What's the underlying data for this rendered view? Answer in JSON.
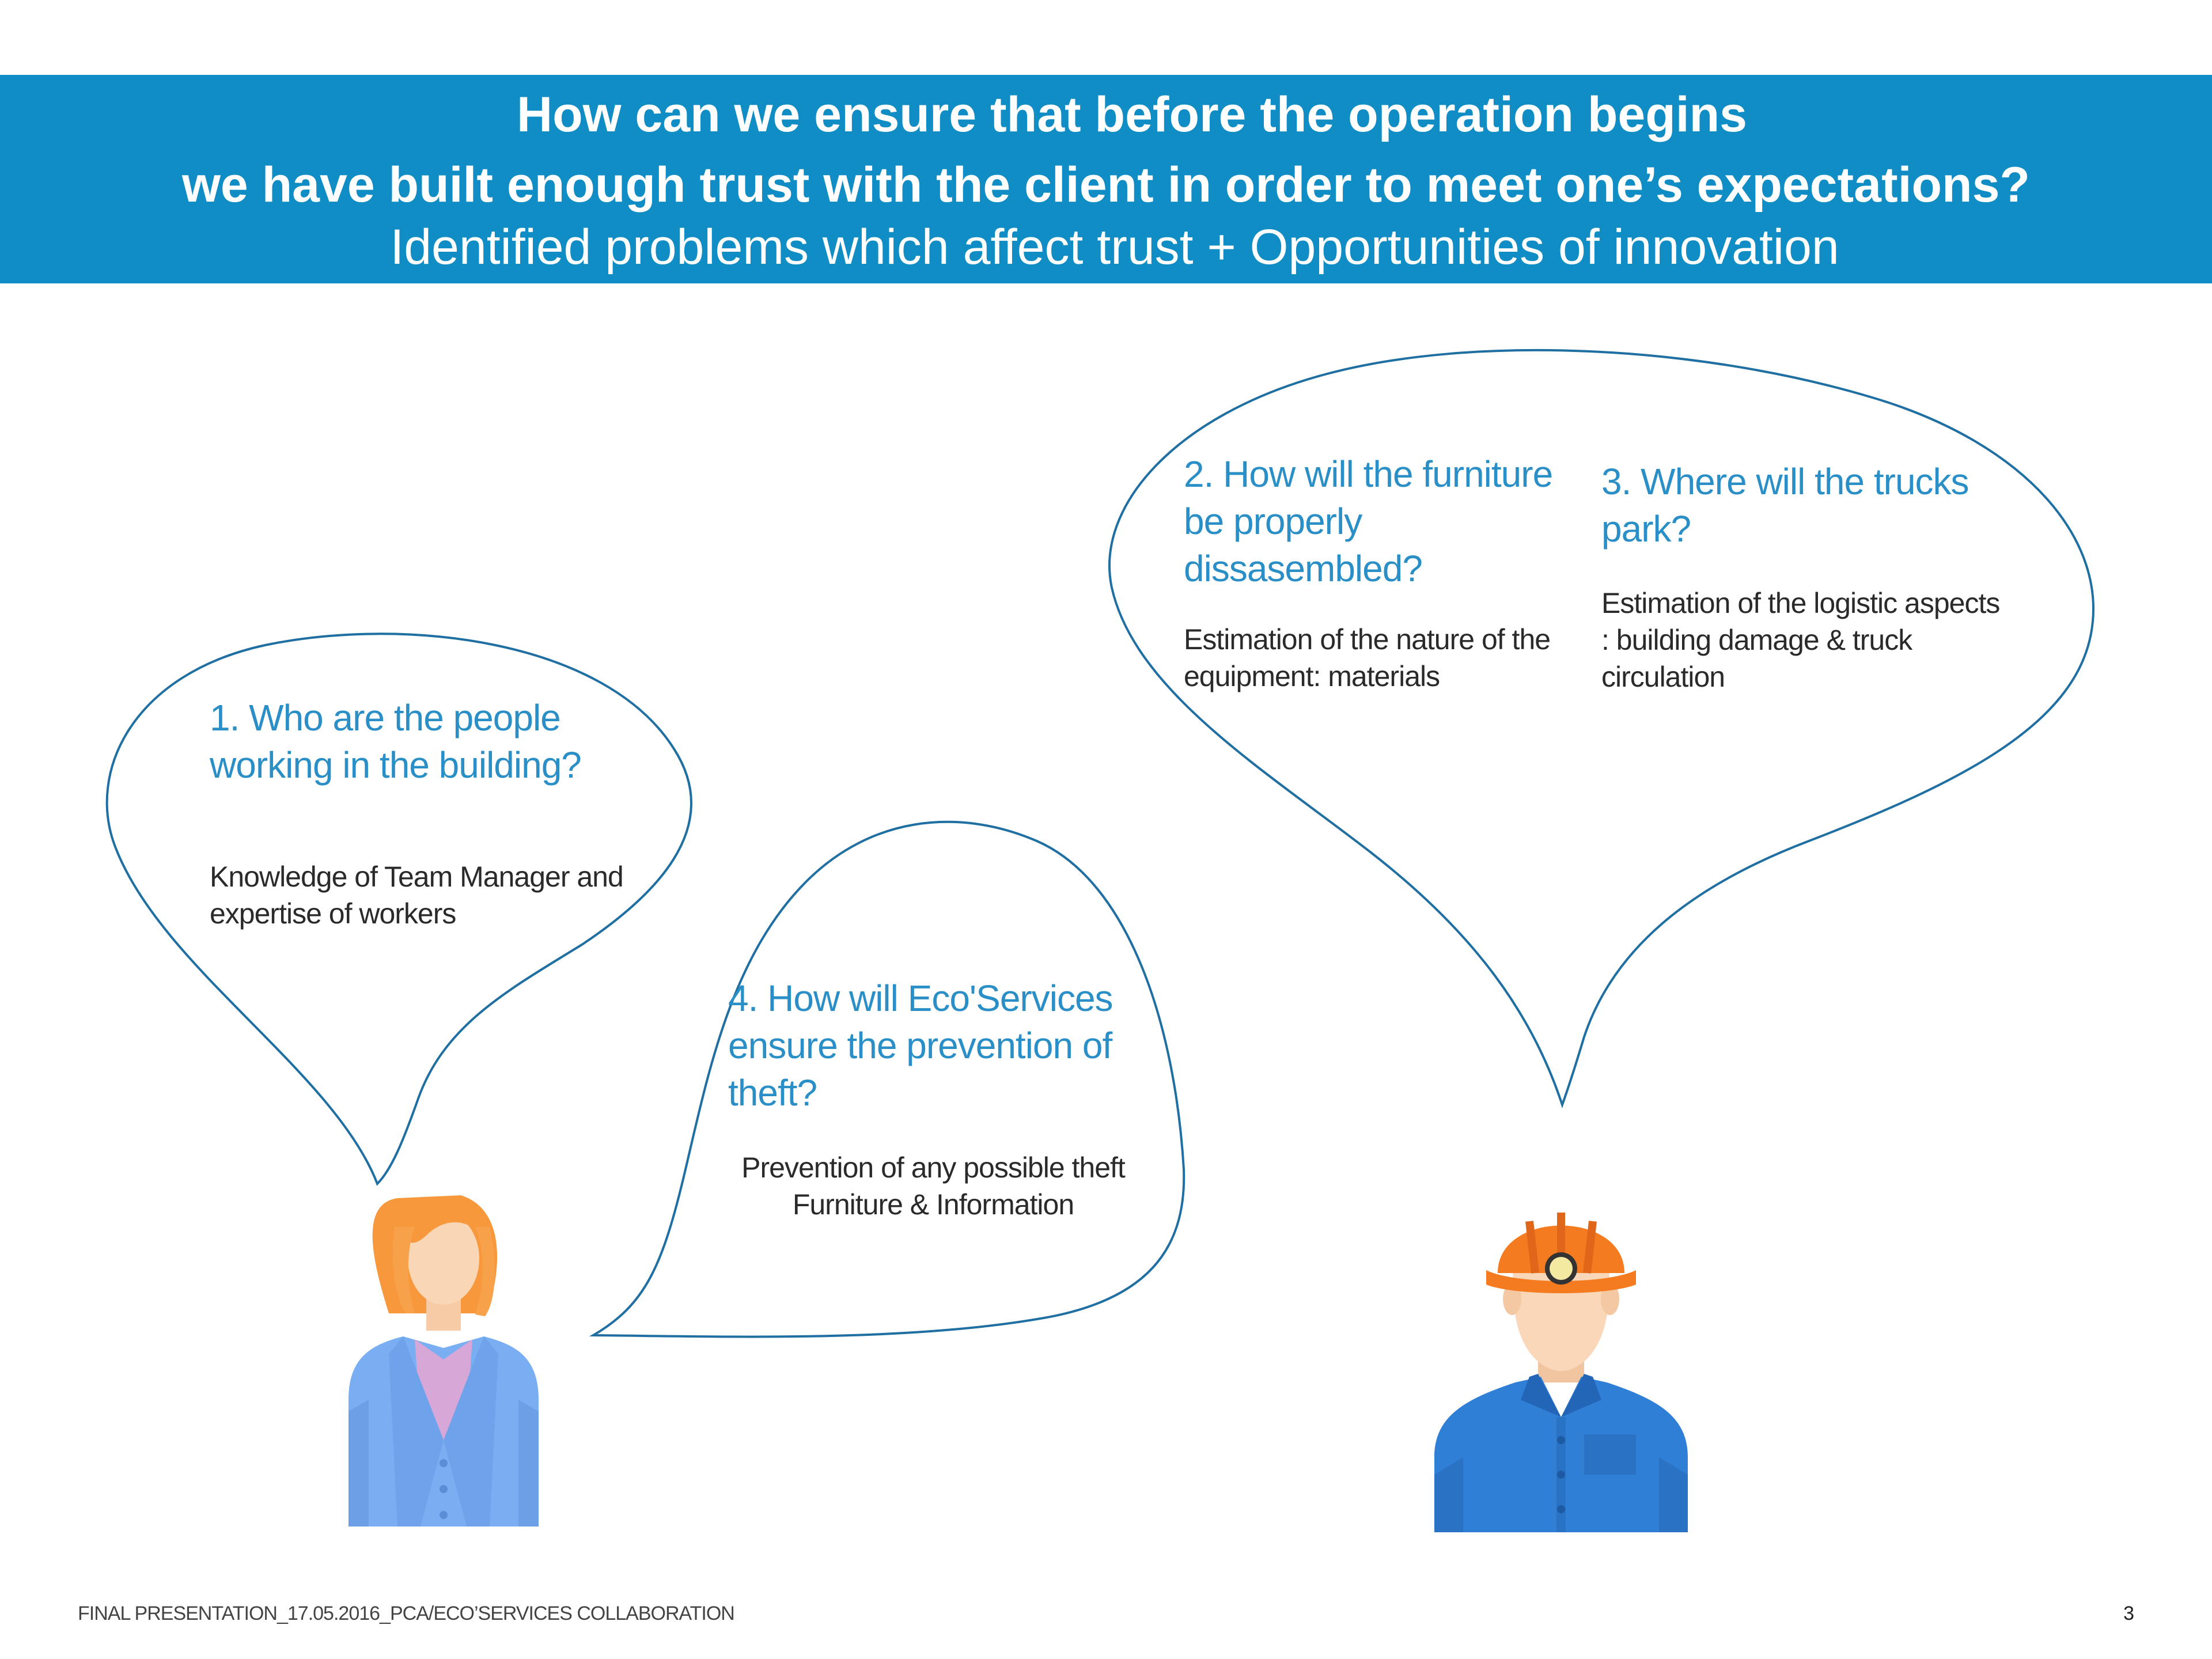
{
  "header": {
    "title_line1": "How can we ensure that before the operation begins",
    "title_line2": "we have built enough trust with the client in order to meet one’s expectations?",
    "subtitle": "Identified problems which affect trust + Opportunities of innovation"
  },
  "bubbles": [
    {
      "question": "1. Who are the people working in the building?",
      "answer": "Knowledge of Team Manager and expertise of workers"
    },
    {
      "question": "2. How will the furniture be properly dissasembled?",
      "answer": "Estimation of the nature of the equipment: materials"
    },
    {
      "question": "3. Where will the trucks park?",
      "answer": "Estimation of the logistic aspects : building damage & truck circulation"
    },
    {
      "question": "4. How will Eco'Services ensure the prevention of theft?",
      "answer_line1": "Prevention of any possible theft",
      "answer_line2": "Furniture & Information"
    }
  ],
  "footer": {
    "text": "FINAL PRESENTATION_17.05.2016_PCA/ECO’SERVICES COLLABORATION",
    "page_number": "3"
  },
  "colors": {
    "header_bg": "#0f8dc4",
    "question_text": "#2a8fc6",
    "bubble_stroke": "#1f6fa3"
  },
  "icons": {
    "woman": "office-woman-icon",
    "worker": "construction-worker-icon"
  }
}
